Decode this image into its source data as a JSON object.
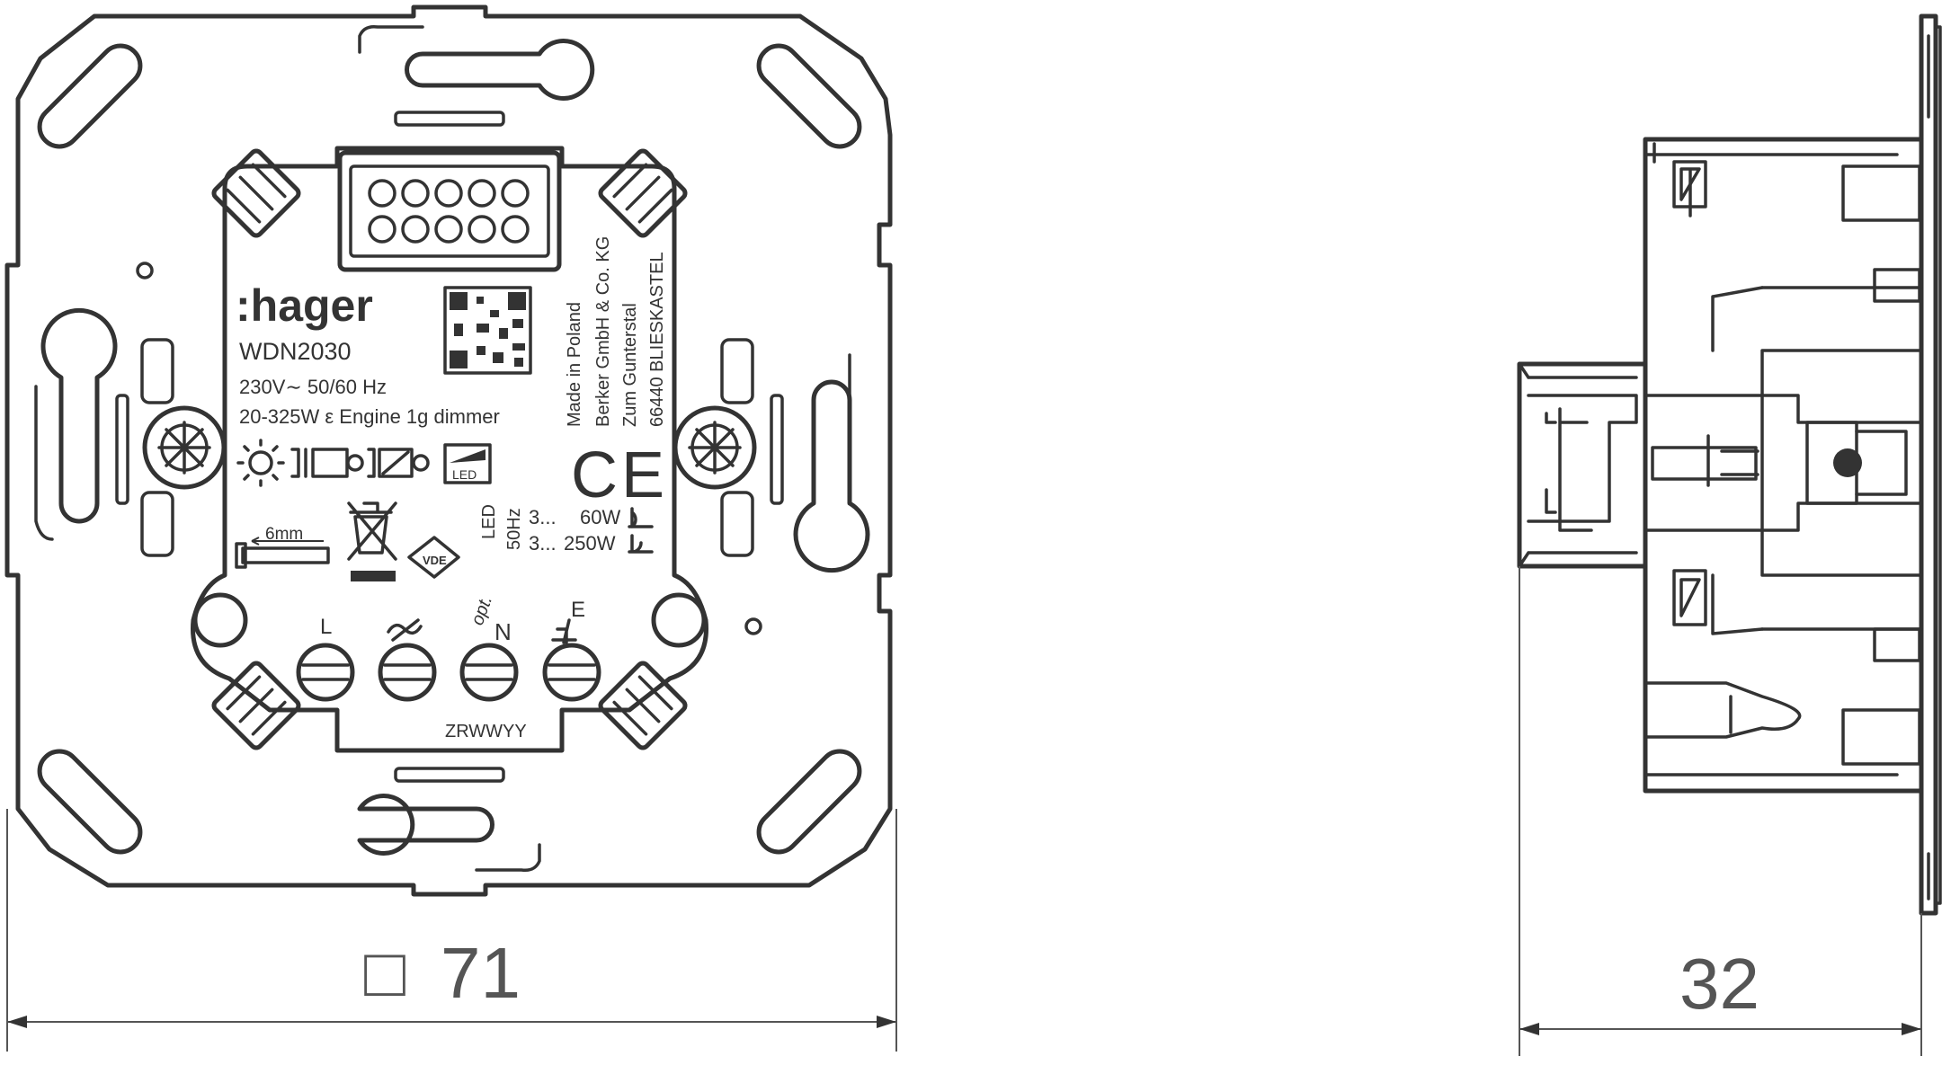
{
  "front_view": {
    "brand": ":hager",
    "model": "WDN2030",
    "rating_voltage": "230V∼ 50/60 Hz",
    "rating_power": "20-325W ε  Engine 1g dimmer",
    "made_in": "Made in Poland",
    "company": "Berker GmbH & Co. KG",
    "street": "Zum Gunterstal",
    "city": "66440 BLIESKASTEL",
    "led_label": "LED",
    "led_freq": "50Hz",
    "led_row1_min": "3...",
    "led_row1_max": "60W",
    "led_row2_min": "3...",
    "led_row2_max": "250W",
    "strip_length": "6mm",
    "vde_mark": "VDE",
    "ce_mark": "CE",
    "terminals": [
      "L",
      "N",
      "E"
    ],
    "terminal_opt": "opt.",
    "batch_code": "ZRWWYY"
  },
  "dimensions": {
    "width_symbol": "□",
    "width": "71",
    "depth": "32"
  },
  "colors": {
    "line": "#333333",
    "dimension": "#555555",
    "background": "#ffffff"
  }
}
